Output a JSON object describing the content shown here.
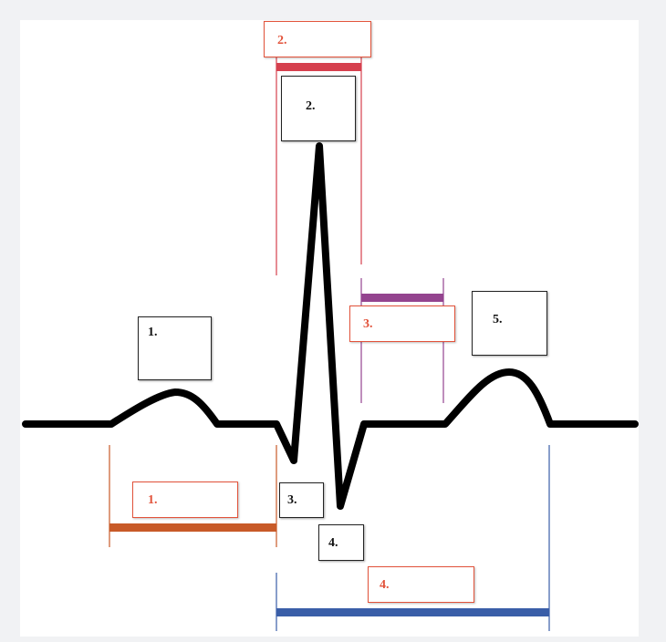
{
  "labels": {
    "black": [
      "1.",
      "2.",
      "3.",
      "4.",
      "5."
    ],
    "red": [
      "1.",
      "2.",
      "3.",
      "4."
    ]
  },
  "colors": {
    "waveform": "#000000",
    "interval_1": "#c85a28",
    "interval_2": "#d6404e",
    "interval_3": "#94448f",
    "interval_4": "#3a5ea8",
    "label_red": "#e2523a"
  }
}
